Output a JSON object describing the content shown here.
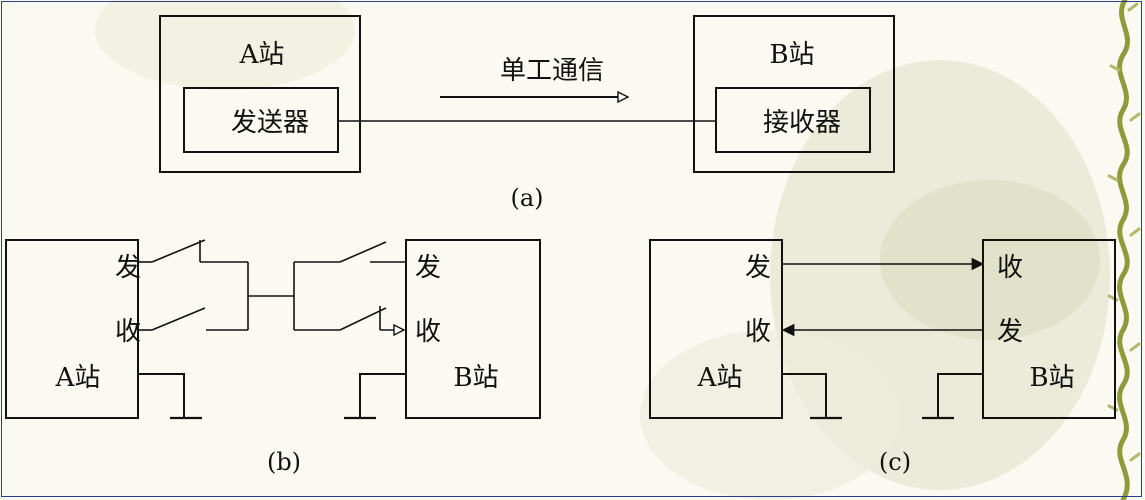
{
  "colors": {
    "background": "#fbfaf2",
    "ink": "#111111",
    "frame_border": "#2a3f8a",
    "watermark": "#d9dcc2",
    "vine": "#8f9a3a"
  },
  "diagram_a": {
    "station_a_label": "A站",
    "sender_label": "发送器",
    "link_label": "单工通信",
    "station_b_label": "B站",
    "receiver_label": "接收器",
    "caption": "(a)"
  },
  "diagram_b": {
    "send_a": "发",
    "recv_a": "收",
    "station_a_label": "A站",
    "send_b": "发",
    "recv_b": "收",
    "station_b_label": "B站",
    "caption": "(b)"
  },
  "diagram_c": {
    "send_a": "发",
    "recv_a": "收",
    "station_a_label": "A站",
    "recv_b": "收",
    "send_b": "发",
    "station_b_label": "B站",
    "caption": "(c)"
  }
}
